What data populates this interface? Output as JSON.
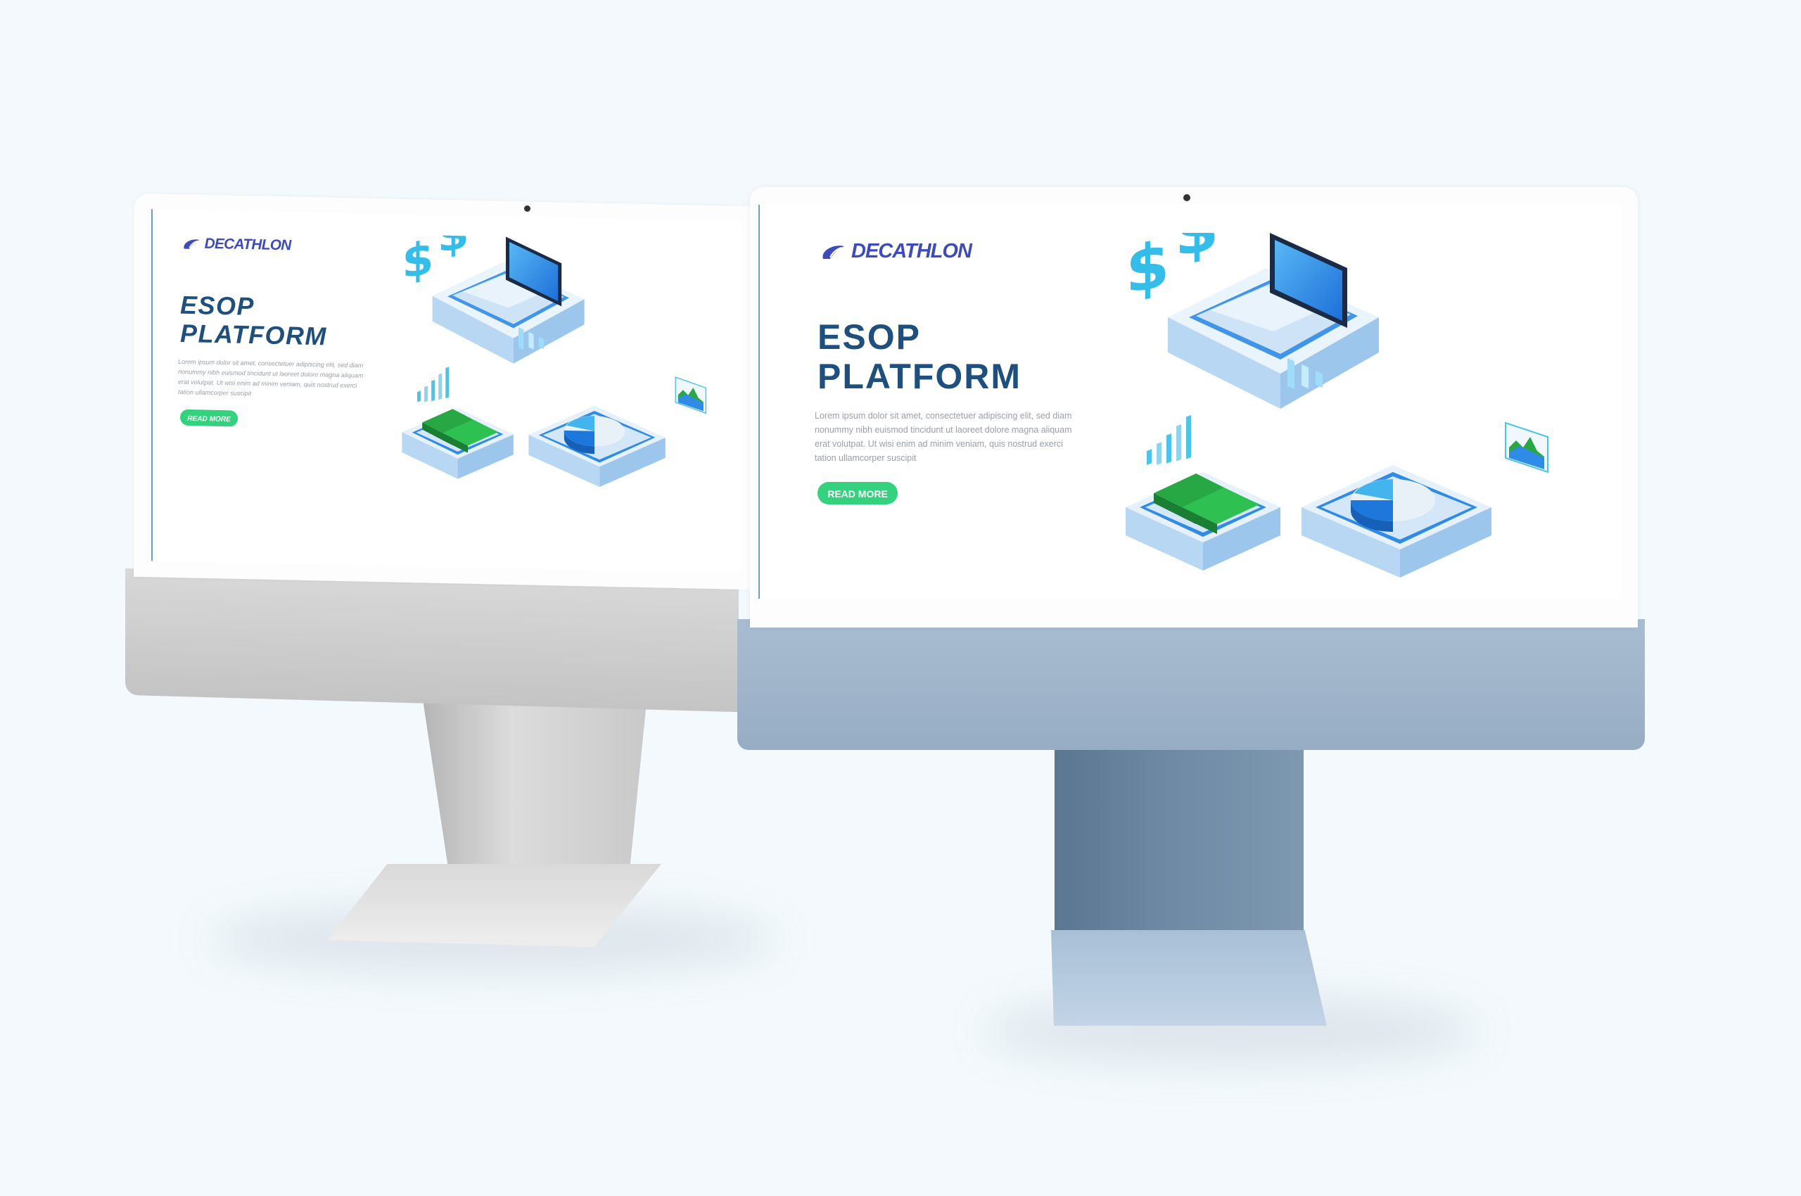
{
  "brand": {
    "name": "DECATHLON"
  },
  "hero": {
    "title_line1": "ESOP",
    "title_line2": "PLATFORM",
    "paragraph": "Lorem ipsum dolor sit amet, consectetuer adipiscing elit, sed diam nonummy nibh euismod tincidunt ut laoreet dolore magna aliquam erat volutpat. Ut wisi enim ad minim veniam, quis nostrud exerci tation ullamcorper suscipit",
    "cta_label": "READ MORE"
  },
  "illustration": {
    "currency_symbol": "$"
  },
  "colors": {
    "brand": "#3d4cb8",
    "title": "#1f4f7d",
    "cta": "#34d27f",
    "accent": "#2f8be6"
  }
}
